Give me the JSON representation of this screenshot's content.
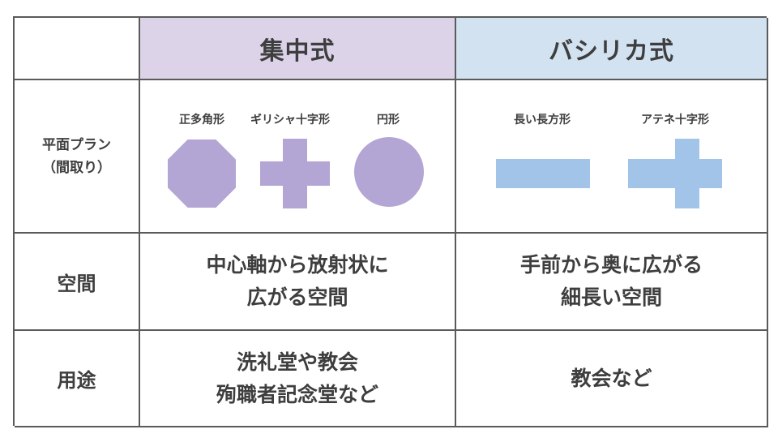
{
  "table": {
    "header": {
      "corner": "",
      "col_a": "集中式",
      "col_b": "バシリカ式"
    },
    "plan_row": {
      "label_line1": "平面プラン",
      "label_line2": "（間取り）",
      "col_a_shapes": [
        {
          "caption": "正多角形",
          "icon": "octagon-icon"
        },
        {
          "caption": "ギリシャ十字形",
          "icon": "greek-cross-icon"
        },
        {
          "caption": "円形",
          "icon": "circle-icon"
        }
      ],
      "col_b_shapes": [
        {
          "caption": "長い長方形",
          "icon": "long-rectangle-icon"
        },
        {
          "caption": "アテネ十字形",
          "icon": "latin-cross-icon"
        }
      ]
    },
    "space_row": {
      "label": "空間",
      "col_a_line1": "中心軸から放射状に",
      "col_a_line2": "広がる空間",
      "col_b_line1": "手前から奥に広がる",
      "col_b_line2": "細長い空間"
    },
    "use_row": {
      "label": "用途",
      "col_a_line1": "洗礼堂や教会",
      "col_a_line2": "殉職者記念堂など",
      "col_b_line1": "教会など"
    }
  },
  "colors": {
    "purple_header": "#dcd3e9",
    "blue_header": "#d2e2f1",
    "purple_shape": "#b3a5d4",
    "blue_shape": "#a2c4e8",
    "border": "#5a5a5a"
  }
}
